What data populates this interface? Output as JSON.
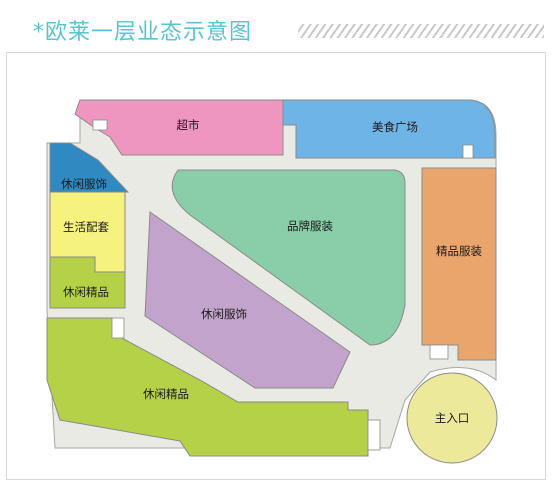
{
  "title": "*欧莱一层业态示意图",
  "zones": {
    "supermarket": "超市",
    "food_court": "美食广场",
    "casual_wear_left": "休闲服饰",
    "lifestyle": "生活配套",
    "casual_boutique_left": "休闲精品",
    "brand_apparel": "品牌服装",
    "boutique_apparel": "精品服装",
    "casual_wear_center": "休闲服饰",
    "casual_boutique_bottom": "休闲精品",
    "main_entrance": "主入口"
  },
  "colors": {
    "title": "#5bc3d0",
    "supermarket": "#ee95c0",
    "food_court": "#6fb4e6",
    "casual_wear_left": "#2f8ac2",
    "lifestyle": "#f5f27e",
    "casual_boutique": "#b5d147",
    "brand_apparel": "#8acda9",
    "boutique_apparel": "#e9a56c",
    "casual_wear_center": "#c2a3cb",
    "main_entrance": "#ecea9a",
    "corridor": "#eaeae4",
    "outline": "#8a8a8a"
  }
}
